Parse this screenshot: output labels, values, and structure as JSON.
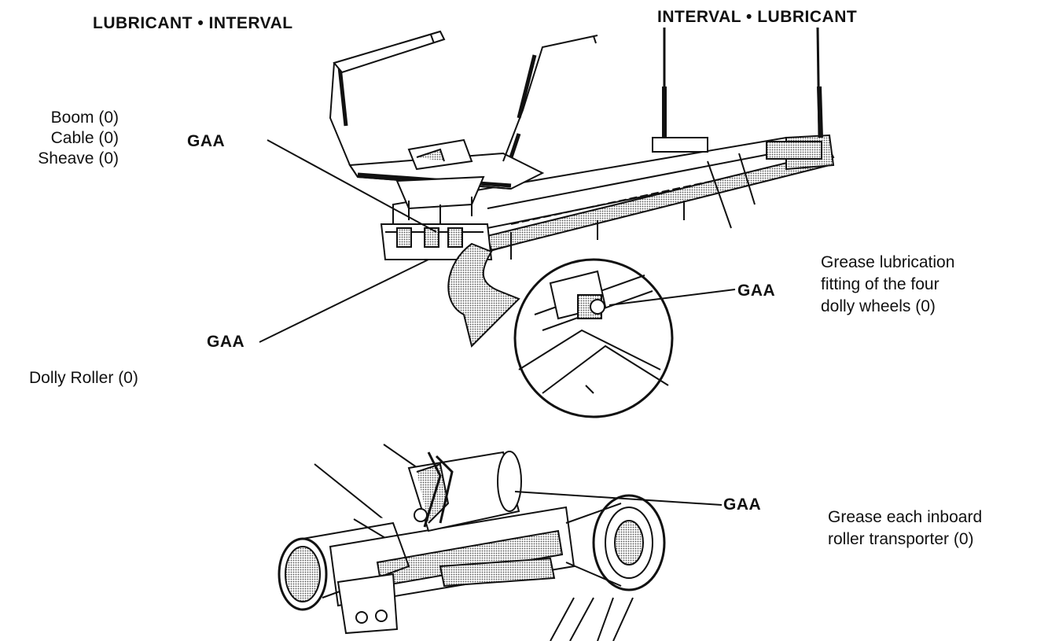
{
  "headers": {
    "left": "LUBRICANT • INTERVAL",
    "right": "INTERVAL • LUBRICANT"
  },
  "left_labels": {
    "boom": "Boom (0)",
    "cable": "Cable (0)",
    "sheave": "Sheave (0)",
    "dolly_roller": "Dolly Roller (0)"
  },
  "callouts": {
    "gaa_upper_left": "GAA",
    "gaa_lower_left": "GAA",
    "gaa_detail": "GAA",
    "gaa_roller": "GAA"
  },
  "right_labels": {
    "dolly_wheels": [
      "Grease lubrication",
      "fitting of the four",
      "dolly wheels (0)"
    ],
    "roller_transporter": [
      "Grease each inboard",
      "roller transporter (0)"
    ]
  }
}
